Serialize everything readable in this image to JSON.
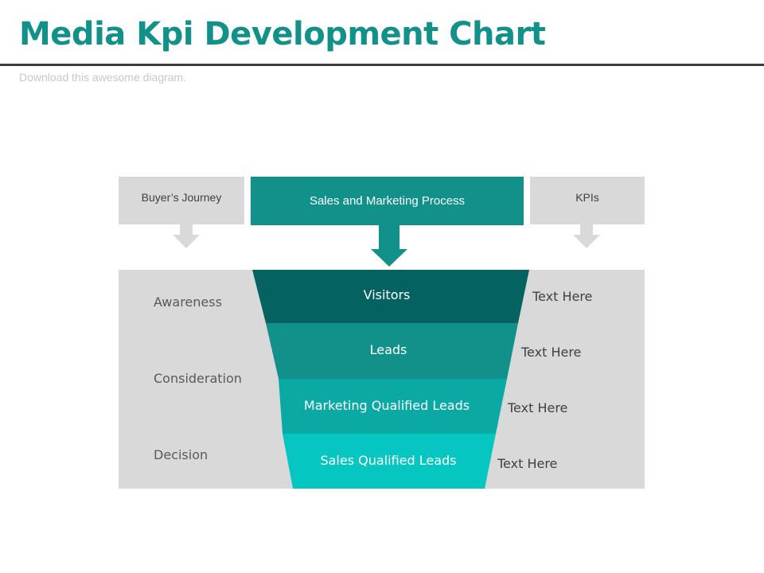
{
  "header": {
    "title": "Media Kpi Development Chart",
    "subtitle": "Download this awesome diagram."
  },
  "columns": {
    "buyers_journey": "Buyer’s Journey",
    "process": "Sales and Marketing Process",
    "kpis": "KPIs"
  },
  "stages": [
    "Awareness",
    "Consideration",
    "Decision"
  ],
  "funnel": {
    "layers": [
      {
        "label": "Visitors",
        "color": "#046360"
      },
      {
        "label": "Leads",
        "color": "#12918a"
      },
      {
        "label": "Marketing Qualified Leads",
        "color": "#0aa9a3"
      },
      {
        "label": "Sales Qualified Leads",
        "color": "#06c6c1"
      }
    ]
  },
  "kpi_values": [
    "Text Here",
    "Text Here",
    "Text Here",
    "Text Here"
  ],
  "colors": {
    "accent": "#12918a",
    "panel_gray": "#d9d9d9",
    "arrow_gray": "#d9d9d9"
  }
}
